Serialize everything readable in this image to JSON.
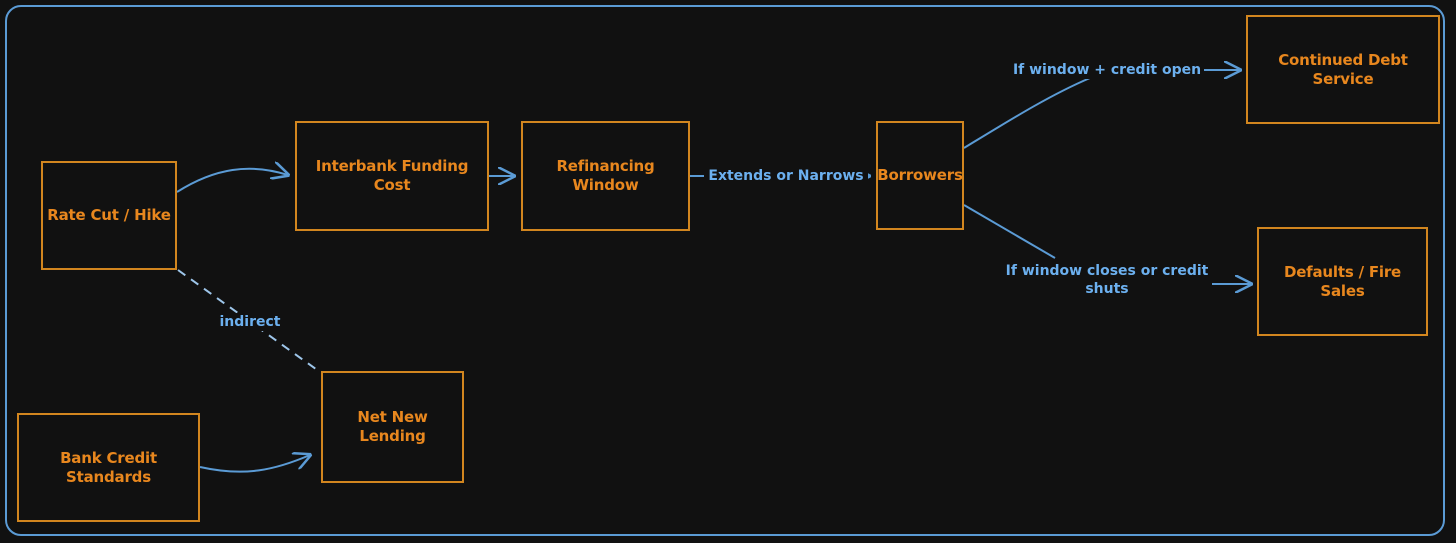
{
  "diagram": {
    "background_color": "#111111",
    "frame_color": "#5b9bd5",
    "node_border_color": "#d2861f",
    "node_text_color": "#e8871e",
    "edge_color": "#5b9bd5",
    "edge_label_color": "#6cb0ef",
    "nodes": [
      {
        "id": "rate-cut-hike",
        "label": "Rate Cut / Hike"
      },
      {
        "id": "interbank-funding-cost",
        "label": "Interbank Funding Cost"
      },
      {
        "id": "refinancing-window",
        "label": "Refinancing\nWindow"
      },
      {
        "id": "borrowers",
        "label": "Borrowers"
      },
      {
        "id": "continued-debt-service",
        "label": "Continued Debt Service"
      },
      {
        "id": "defaults-fire-sales",
        "label": "Defaults / Fire Sales"
      },
      {
        "id": "bank-credit-standards",
        "label": "Bank Credit Standards"
      },
      {
        "id": "net-new-lending",
        "label": "Net New Lending"
      }
    ],
    "edge_labels": [
      {
        "id": "extends-or-narrows",
        "label": "Extends or Narrows"
      },
      {
        "id": "if-window-credit-open",
        "label": "If window + credit open"
      },
      {
        "id": "if-window-closes",
        "label": "If window closes or credit\nshuts"
      },
      {
        "id": "indirect",
        "label": "indirect"
      }
    ]
  }
}
